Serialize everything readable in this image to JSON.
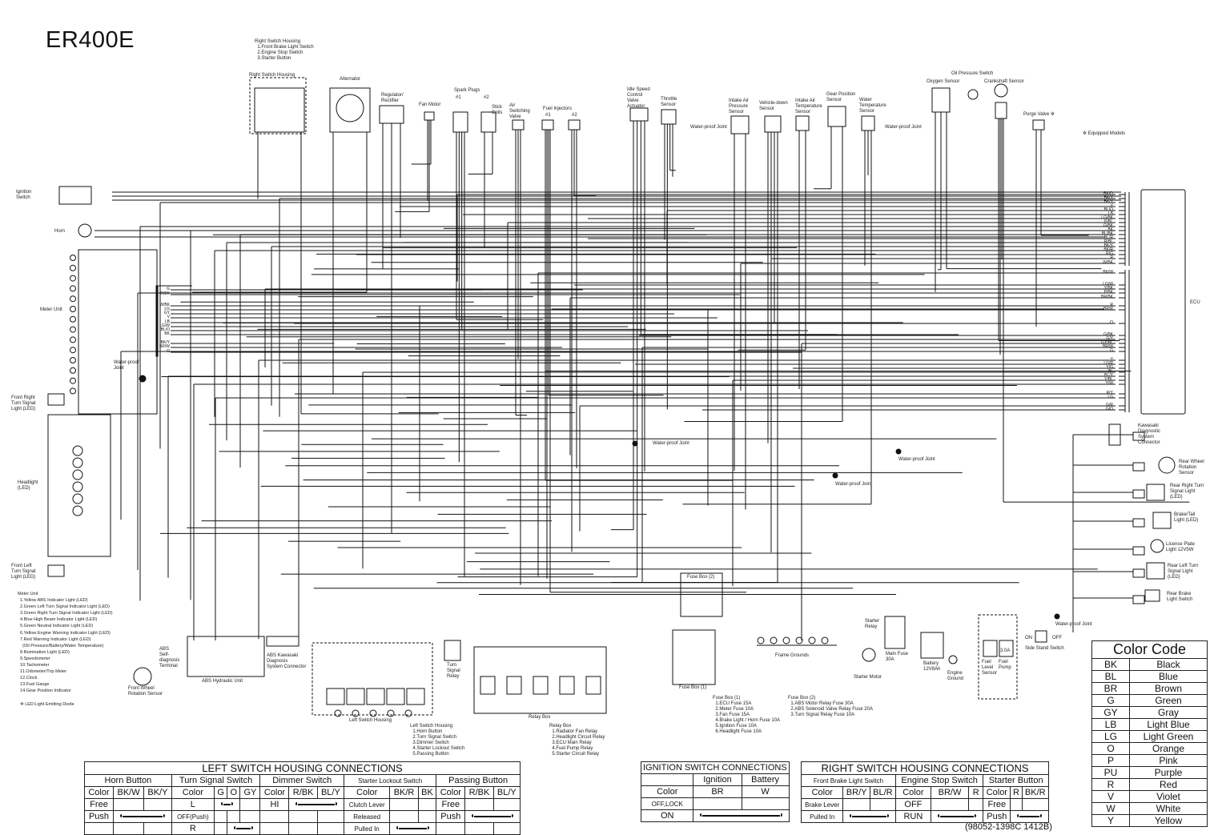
{
  "title": "ER400E",
  "components": {
    "rsh_notes": "Right Switch Housing\n  1.Front Brake Light Switch\n  2.Engine Stop Switch\n  3.Starter Button",
    "right_switch_housing": "Right Switch Housing",
    "alternator": "Alternator",
    "regulator": "Regulator/\nRectifier",
    "fan_motor": "Fan Motor",
    "spark_plugs": "Spark Plugs",
    "spark1": "#1",
    "spark2": "#2",
    "stick_coils": "Stick\nCoils",
    "air_switching": "Air\nSwitching\nValve",
    "fuel_injectors": "Fuel Injectors",
    "inj1": "#1",
    "inj2": "#2",
    "iscv": "Idle Speed\nControl\nValve\nActuator",
    "throttle": "Throttle\nSensor",
    "intake_pressure": "Intake Air\nPressure\nSensor",
    "vehicle_down": "Vehicle-down\nSensor",
    "intake_temp": "Intake Air\nTemperature\nSensor",
    "gear_position": "Gear Position\nSensor",
    "water_temp": "Water\nTemperature\nSensor",
    "wpj1": "Water-proof Joint",
    "wpj2": "Water-proof Joint",
    "oxygen": "Oxygen Sensor",
    "oil_pressure": "Oil Pressure Switch",
    "crankshaft": "Crankshaft Sensor",
    "purge_valve": "Purge Valve ✲",
    "equipped": "✲ Equipped Models",
    "ignition_switch": "Ignition\nSwitch",
    "horn": "Horn",
    "meter_unit": "Meter Unit",
    "wpj_meter": "Water-proof\nJoint",
    "front_right_turn": "Front Right\nTurn Signal\nLight (LED)",
    "headlight": "Headlight\n(LED)",
    "front_left_turn": "Front Left\nTurn Signal\nLight (LED)",
    "meter_legend": "Meter Unit\n  1.Yellow ABS Indicator Light (LED)\n  2.Green Left Turn Signal Indicator Light (LED)\n  3.Green Right Turn Signal Indicator Light (LED)\n  4.Blue High Beam Indicator Light (LED)\n  5.Green Neutral Indicator Light (LED)\n  6.Yellow Engine Warning Indicator Light (LED)\n  7.Red Warning Indicator Light (LED)\n    (Oil Pressure/Battery/Water Temperature)\n  8.Illumination Light (LED)\n  9.Speedometer\n  10.Tachometer\n  11.Odometer/Trip Meter\n  12.Clock\n  13.Fuel Gauge\n  14.Gear Position Indicator\n\n  ✲ LED:Light Emitting Diode",
    "front_wheel_sensor": "Front Wheel\nRotation Sensor",
    "abs_terminal": "ABS\nSelf-\ndiagnosis\nTerminal",
    "abs_unit": "ABS Hydraulic Unit",
    "abs_diag": "ABS Kawasaki\nDiagnosis\nSystem Connector",
    "left_switch_housing": "Left Switch Housing",
    "turn_relay": "Turn\nSignal\nRelay",
    "relay_box": "Relay Box",
    "lsh_list": "Left Switch Housing\n  1.Horn Button\n  2.Turn Signal Switch\n  3.Dimmer Switch\n  4.Starter Lockout Switch\n  5.Passing Button",
    "relay_list": "Relay Box\n  1.Radiator Fan Relay\n  2.Headlight Circuit Relay\n  3.ECU Main Relay\n  4.Fuel Pump Relay\n  5.Starter Circuit Relay",
    "fuse_box_1": "Fuse Box (1)",
    "fuse_box_2": "Fuse Box (2)",
    "fuse1_list": "Fuse Box (1)\n  1.ECU Fuse 15A\n  2.Meter Fuse 10A\n  3.Fan Fuse 15A\n  4.Brake Light / Horn Fuse 10A\n  5.Ignition Fuse 10A\n  6.Headlight Fuse 10A",
    "fuse2_list": "Fuse Box (2)\n  1.ABS Motor Relay Fuse 30A\n  2.ABS Solenoid Valve Relay Fuse 20A\n  3.Turn Signal Relay Fuse 10A",
    "wpj3": "Water-proof Joint",
    "wpj4": "Water-proof Joint",
    "wpj5": "Water-proof Joint",
    "wpj6": "Water-proof Joint",
    "frame_grounds": "Frame Grounds",
    "starter_relay": "Starter\nRelay",
    "main_fuse": "Main Fuse\n30A",
    "starter_motor": "Starter Motor",
    "battery": "Battery\n12V8Ah",
    "engine_ground": "Engine\nGround",
    "fuel_level": "Fuel\nLevel\nSensor",
    "fuel_pump": "Fuel\nPump",
    "fuel_pump_rating": "3.0A",
    "side_stand": "Side Stand Switch",
    "ss_on": "ON",
    "ss_off": "OFF",
    "kds": "Kawasaki\nDiagnostic\nSystem\nConnector",
    "rear_wheel": "Rear Wheel\nRotation\nSensor",
    "rear_right_turn": "Rear Right Turn\nSignal Light\n(LED)",
    "brake_tail": "Brake/Tail\nLight (LED)",
    "license": "License Plate\nLight 12V5W",
    "rear_left_turn": "Rear Left Turn\nSignal Light\n(LED)",
    "rear_brake_switch": "Rear Brake\nLight Switch",
    "ecu": "ECU"
  },
  "ecu_pins": [
    "BK/O",
    "BK/Y",
    "BK/Y",
    "V",
    "BL/O",
    "LB",
    "LG/BK",
    "P/BL",
    "G/BK",
    "BK",
    "BL/BK",
    "BL/R",
    "R/BL",
    "BK/Y",
    "BK/R",
    "R/G",
    "R",
    "W/BK",
    "BK/W",
    "LG/W",
    "Y/BK",
    "P/BK",
    "BR/BK",
    "R",
    "BR/R",
    "O",
    "G/BK",
    "G/Y",
    "GY/BL",
    "BR/W",
    "G",
    "Y",
    "LG/R",
    "Y/G",
    "BL",
    "BL/Y",
    "Y/BL",
    "Y/W",
    "R/Y",
    "LG",
    "G/R",
    "G/O"
  ],
  "meter_wires": [
    "G",
    "R/BK",
    "W/BK",
    "LG",
    "GY",
    "V",
    "LB",
    "LG/W",
    "BL/O",
    "BK",
    "BK/Y",
    "BR/W",
    "O"
  ],
  "left_switch_table": {
    "title": "LEFT SWITCH HOUSING CONNECTIONS",
    "groups": [
      {
        "name": "Horn Button",
        "cols": [
          "Color",
          "BK/W",
          "BK/Y"
        ],
        "rows": [
          {
            "label": "Free"
          },
          {
            "label": "Push",
            "conn": [
              1,
              2
            ]
          },
          {
            "label": ""
          }
        ]
      },
      {
        "name": "Turn Signal Switch",
        "cols": [
          "Color",
          "G",
          "O",
          "GY"
        ],
        "rows": [
          {
            "label": "L",
            "conn": [
              1,
              2
            ]
          },
          {
            "label": "OFF(Push)"
          },
          {
            "label": "R",
            "conn": [
              2,
              3
            ]
          }
        ]
      },
      {
        "name": "Dimmer Switch",
        "cols": [
          "Color",
          "R/BK",
          "BL/Y"
        ],
        "rows": [
          {
            "label": "HI",
            "conn": [
              1,
              2
            ]
          },
          {
            "label": ""
          },
          {
            "label": ""
          }
        ]
      },
      {
        "name": "Starter Lockout Switch",
        "cols": [
          "Color",
          "BK/R",
          "BK"
        ],
        "rows": [
          {
            "label": "Clutch Lever"
          },
          {
            "label": "Released"
          },
          {
            "label": "Pulled In",
            "conn": [
              1,
              2
            ]
          }
        ]
      },
      {
        "name": "Passing Button",
        "cols": [
          "Color",
          "R/BK",
          "BL/Y"
        ],
        "rows": [
          {
            "label": "Free"
          },
          {
            "label": "Push",
            "conn": [
              1,
              2
            ]
          },
          {
            "label": ""
          }
        ]
      }
    ]
  },
  "ignition_table": {
    "title": "IGNITION SWITCH CONNECTIONS",
    "groups": [
      {
        "name": "",
        "cols": [
          "Color",
          "BR",
          "W"
        ],
        "header": [
          "",
          "Ignition",
          "Battery"
        ],
        "rows": [
          {
            "label": "OFF,LOCK"
          },
          {
            "label": "ON",
            "conn": [
              1,
              2
            ]
          }
        ]
      }
    ]
  },
  "right_switch_table": {
    "title": "RIGHT SWITCH HOUSING CONNECTIONS",
    "groups": [
      {
        "name": "Front Brake Light Switch",
        "cols": [
          "Color",
          "BR/Y",
          "BL/R"
        ],
        "rows": [
          {
            "label": "Brake Lever"
          },
          {
            "label": "Pulled In",
            "conn": [
              1,
              2
            ]
          }
        ]
      },
      {
        "name": "Engine Stop Switch",
        "cols": [
          "Color",
          "BR/W",
          "R"
        ],
        "rows": [
          {
            "label": "OFF"
          },
          {
            "label": "RUN",
            "conn": [
              1,
              2
            ]
          }
        ]
      },
      {
        "name": "Starter Button",
        "cols": [
          "Color",
          "R",
          "BK/R"
        ],
        "rows": [
          {
            "label": "Free"
          },
          {
            "label": "Push",
            "conn": [
              1,
              2
            ]
          }
        ]
      }
    ]
  },
  "color_code": {
    "title": "Color Code",
    "entries": [
      [
        "BK",
        "Black"
      ],
      [
        "BL",
        "Blue"
      ],
      [
        "BR",
        "Brown"
      ],
      [
        "G",
        "Green"
      ],
      [
        "GY",
        "Gray"
      ],
      [
        "LB",
        "Light Blue"
      ],
      [
        "LG",
        "Light Green"
      ],
      [
        "O",
        "Orange"
      ],
      [
        "P",
        "Pink"
      ],
      [
        "PU",
        "Purple"
      ],
      [
        "R",
        "Red"
      ],
      [
        "V",
        "Violet"
      ],
      [
        "W",
        "White"
      ],
      [
        "Y",
        "Yellow"
      ]
    ]
  },
  "part_number": "(98052-1398C 1412B)"
}
